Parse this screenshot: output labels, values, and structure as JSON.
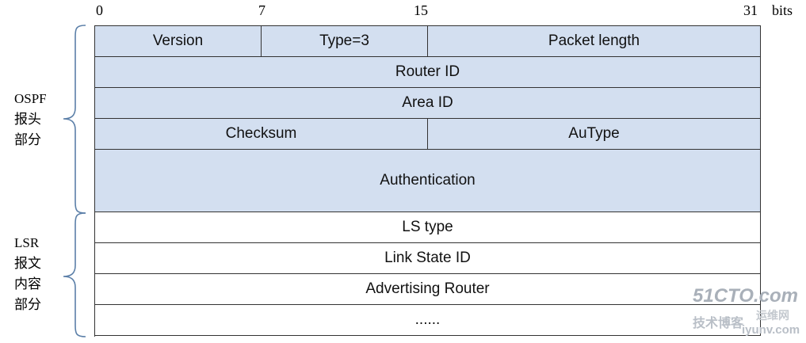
{
  "bit_labels": [
    "0",
    "7",
    "15",
    "31",
    "bits"
  ],
  "sections": {
    "header": {
      "lines": [
        "OSPF",
        "报头",
        "部分"
      ]
    },
    "lsr": {
      "lines": [
        "LSR",
        "报文",
        "内容",
        "部分"
      ]
    }
  },
  "rows": [
    {
      "section": "header",
      "cells": [
        {
          "label": "Version",
          "bits": 8
        },
        {
          "label": "Type=3",
          "bits": 8
        },
        {
          "label": "Packet length",
          "bits": 16
        }
      ]
    },
    {
      "section": "header",
      "cells": [
        {
          "label": "Router ID",
          "bits": 32
        }
      ]
    },
    {
      "section": "header",
      "cells": [
        {
          "label": "Area ID",
          "bits": 32
        }
      ]
    },
    {
      "section": "header",
      "cells": [
        {
          "label": "Checksum",
          "bits": 16
        },
        {
          "label": "AuType",
          "bits": 16
        }
      ]
    },
    {
      "section": "header",
      "height_units": 2,
      "cells": [
        {
          "label": "Authentication",
          "bits": 32
        }
      ]
    },
    {
      "section": "lsr",
      "cells": [
        {
          "label": "LS type",
          "bits": 32
        }
      ]
    },
    {
      "section": "lsr",
      "cells": [
        {
          "label": "Link State ID",
          "bits": 32
        }
      ]
    },
    {
      "section": "lsr",
      "cells": [
        {
          "label": "Advertising Router",
          "bits": 32
        }
      ]
    },
    {
      "section": "lsr",
      "cells": [
        {
          "label": "......",
          "bits": 32
        }
      ]
    }
  ],
  "colors": {
    "header_fill": "#d3dff0",
    "lsr_fill": "#ffffff",
    "border": "#333333",
    "brace": "#5b7fa8"
  },
  "watermark": {
    "line1": "51CTO.com",
    "line2": "技术博客",
    "line3": "运维网",
    "line4": "iyunv.com"
  }
}
